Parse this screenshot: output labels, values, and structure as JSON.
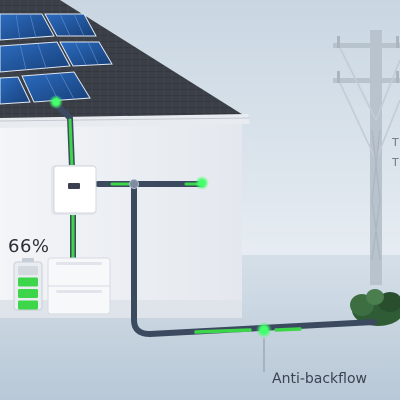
{
  "battery": {
    "percent_label": "66%",
    "level": 0.66,
    "cells_total": 4,
    "cells_lit": 3
  },
  "annotation": {
    "anti_backflow": "Anti-backflow"
  },
  "edge_labels": [
    "T",
    "T"
  ],
  "colors": {
    "sky_top": "#c9d6e2",
    "sky_bottom": "#e7edf2",
    "ground": "#c7d5e1",
    "wall": "#f1f3f6",
    "roof": "#3b3f47",
    "panel": "#1d4f8f",
    "pipe": "#3c4a60",
    "flow_green": "#3dd64a",
    "node_glow": "#43ff6b",
    "pole": "#b9c3cd",
    "bush": "#2f5b35"
  }
}
